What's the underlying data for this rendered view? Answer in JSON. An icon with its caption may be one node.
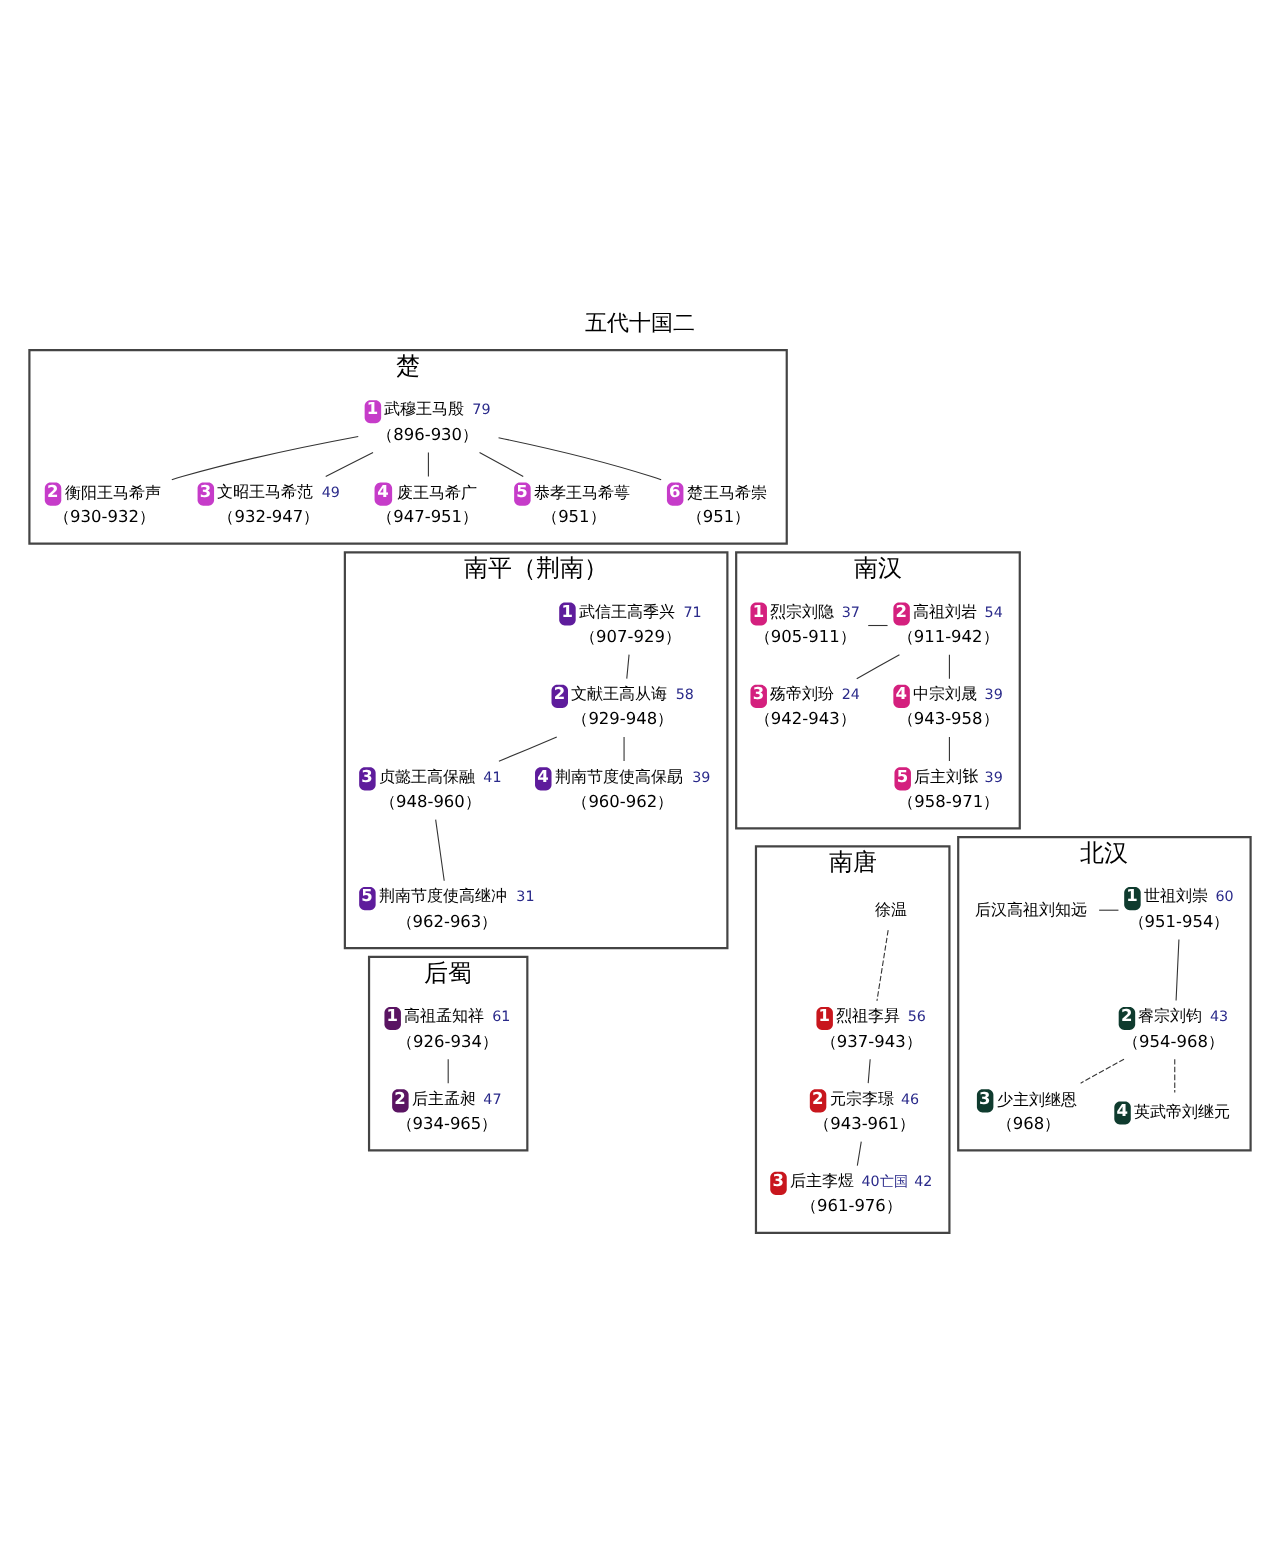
{
  "diagram": {
    "title": "五代十国二",
    "nodes": [
      {
        "text": [
          "楚"
        ]
      },
      {
        "text": [
          "1",
          "武穆王马殷",
          "79",
          "（896-930）"
        ],
        "in": 0
      },
      {
        "text": [
          "2",
          "衡阳王马希声",
          "（930-932）"
        ],
        "in": 0
      },
      {
        "text": [
          "3",
          "文昭王马希范",
          "49",
          "（932-947）"
        ],
        "in": 0
      },
      {
        "text": [
          "4",
          "废王马希广",
          "（947-951）"
        ],
        "in": 0
      },
      {
        "text": [
          "5",
          "恭孝王马希萼",
          "（951）"
        ],
        "in": 0
      },
      {
        "text": [
          "6",
          "楚王马希崇",
          "（951）"
        ],
        "in": 0
      },
      {
        "text": [
          "南平（荆南）"
        ]
      },
      {
        "text": [
          "1",
          "武信王高季兴",
          "71",
          "（907-929）"
        ],
        "in": 7
      },
      {
        "text": [
          "2",
          "文献王高从诲",
          "58",
          "（929-948）"
        ],
        "in": 7
      },
      {
        "text": [
          "3",
          "贞懿王高保融",
          "41",
          "（948-960）"
        ],
        "in": 7
      },
      {
        "text": [
          "4",
          "荆南节度使高保勗",
          "39",
          "（960-962）"
        ],
        "in": 7
      },
      {
        "text": [
          "5",
          "荆南节度使高继冲",
          "31",
          "（962-963）"
        ],
        "in": 7
      },
      {
        "text": [
          "南汉"
        ]
      },
      {
        "text": [
          "1",
          "烈宗刘隐",
          "37",
          "（905-911）"
        ],
        "in": 13
      },
      {
        "text": [
          "2",
          "高祖刘岩",
          "54",
          "（911-942）"
        ],
        "in": 13
      },
      {
        "text": [
          "3",
          "殇帝刘玢",
          "24",
          "（942-943）"
        ],
        "in": 13
      },
      {
        "text": [
          "4",
          "中宗刘晟",
          "39",
          "（943-958）"
        ],
        "in": 13
      },
      {
        "text": [
          "5",
          "后主刘𬬮",
          "39",
          "（958-971）"
        ],
        "in": 13
      },
      {
        "text": [
          "后蜀"
        ]
      },
      {
        "text": [
          "1",
          "高祖孟知祥",
          "61",
          "（926-934）"
        ],
        "in": 19
      },
      {
        "text": [
          "2",
          "后主孟昶",
          "47",
          "（934-965）"
        ],
        "in": 19
      },
      {
        "text": [
          "南唐"
        ]
      },
      {
        "text": [
          "徐温"
        ],
        "in": 22
      },
      {
        "text": [
          "1",
          "烈祖李昪",
          "56",
          "（937-943）"
        ],
        "in": 22
      },
      {
        "text": [
          "2",
          "元宗李璟",
          "46",
          "（943-961）"
        ],
        "in": 22
      },
      {
        "text": [
          "3",
          "后主李煜",
          "40亡国",
          "42",
          "（961-976）"
        ],
        "in": 22
      },
      {
        "text": [
          "北汉"
        ]
      },
      {
        "text": [
          "后汉高祖刘知远"
        ],
        "in": 27
      },
      {
        "text": [
          "1",
          "世祖刘崇",
          "60",
          "（951-954）"
        ],
        "in": 27
      },
      {
        "text": [
          "2",
          "睿宗刘钧",
          "43",
          "（954-968）"
        ],
        "in": 27
      },
      {
        "text": [
          "3",
          "少主刘继恩",
          "（968）"
        ],
        "in": 27
      },
      {
        "text": [
          "4",
          "英武帝刘继元"
        ],
        "in": 27
      }
    ],
    "edges": [
      {
        "from": 1,
        "to": 2,
        "arrow": "none"
      },
      {
        "from": 1,
        "to": 3,
        "arrow": "none"
      },
      {
        "from": 1,
        "to": 4,
        "arrow": "none"
      },
      {
        "from": 1,
        "to": 5,
        "arrow": "none"
      },
      {
        "from": 1,
        "to": 6,
        "arrow": "none"
      },
      {
        "from": 8,
        "to": 9,
        "arrow": "none"
      },
      {
        "from": 9,
        "to": 10,
        "arrow": "none"
      },
      {
        "from": 9,
        "to": 11,
        "arrow": "none"
      },
      {
        "from": 10,
        "to": 12,
        "arrow": "none"
      },
      {
        "from": 14,
        "to": 15,
        "arrow": "none"
      },
      {
        "from": 15,
        "to": 16,
        "arrow": "none"
      },
      {
        "from": 15,
        "to": 17,
        "arrow": "none"
      },
      {
        "from": 17,
        "to": 18,
        "arrow": "none"
      },
      {
        "from": 20,
        "to": 21,
        "arrow": "none"
      },
      {
        "from": 23,
        "to": 24,
        "arrow": "none",
        "style": "dashed"
      },
      {
        "from": 24,
        "to": 25,
        "arrow": "none"
      },
      {
        "from": 25,
        "to": 26,
        "arrow": "none"
      },
      {
        "from": 28,
        "to": 29,
        "arrow": "none"
      },
      {
        "from": 29,
        "to": 30,
        "arrow": "none"
      },
      {
        "from": 30,
        "to": 31,
        "arrow": "none",
        "style": "dashed"
      },
      {
        "from": 30,
        "to": 32,
        "arrow": "none",
        "style": "dashed"
      }
    ]
  }
}
